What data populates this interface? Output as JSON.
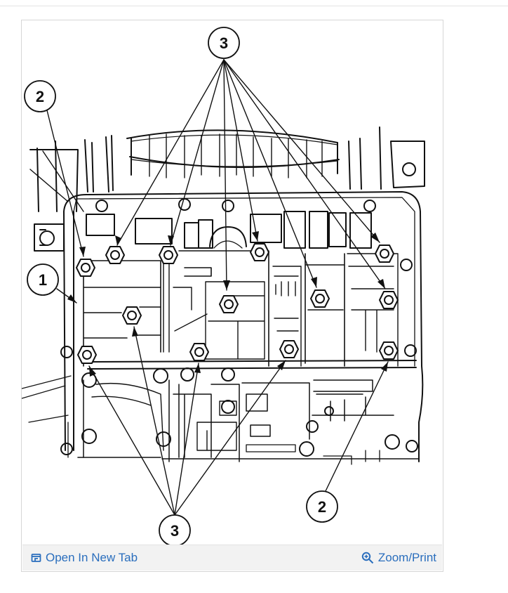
{
  "diagram": {
    "callouts": {
      "c3_top": "3",
      "c2_left": "2",
      "c1": "1",
      "c2_right": "2",
      "c3_bottom": "3"
    }
  },
  "toolbar": {
    "open_label": "Open In New Tab",
    "zoom_label": "Zoom/Print",
    "open_icon": "open-new-tab-icon",
    "zoom_icon": "zoom-icon",
    "link_color": "#2a6ebd"
  }
}
